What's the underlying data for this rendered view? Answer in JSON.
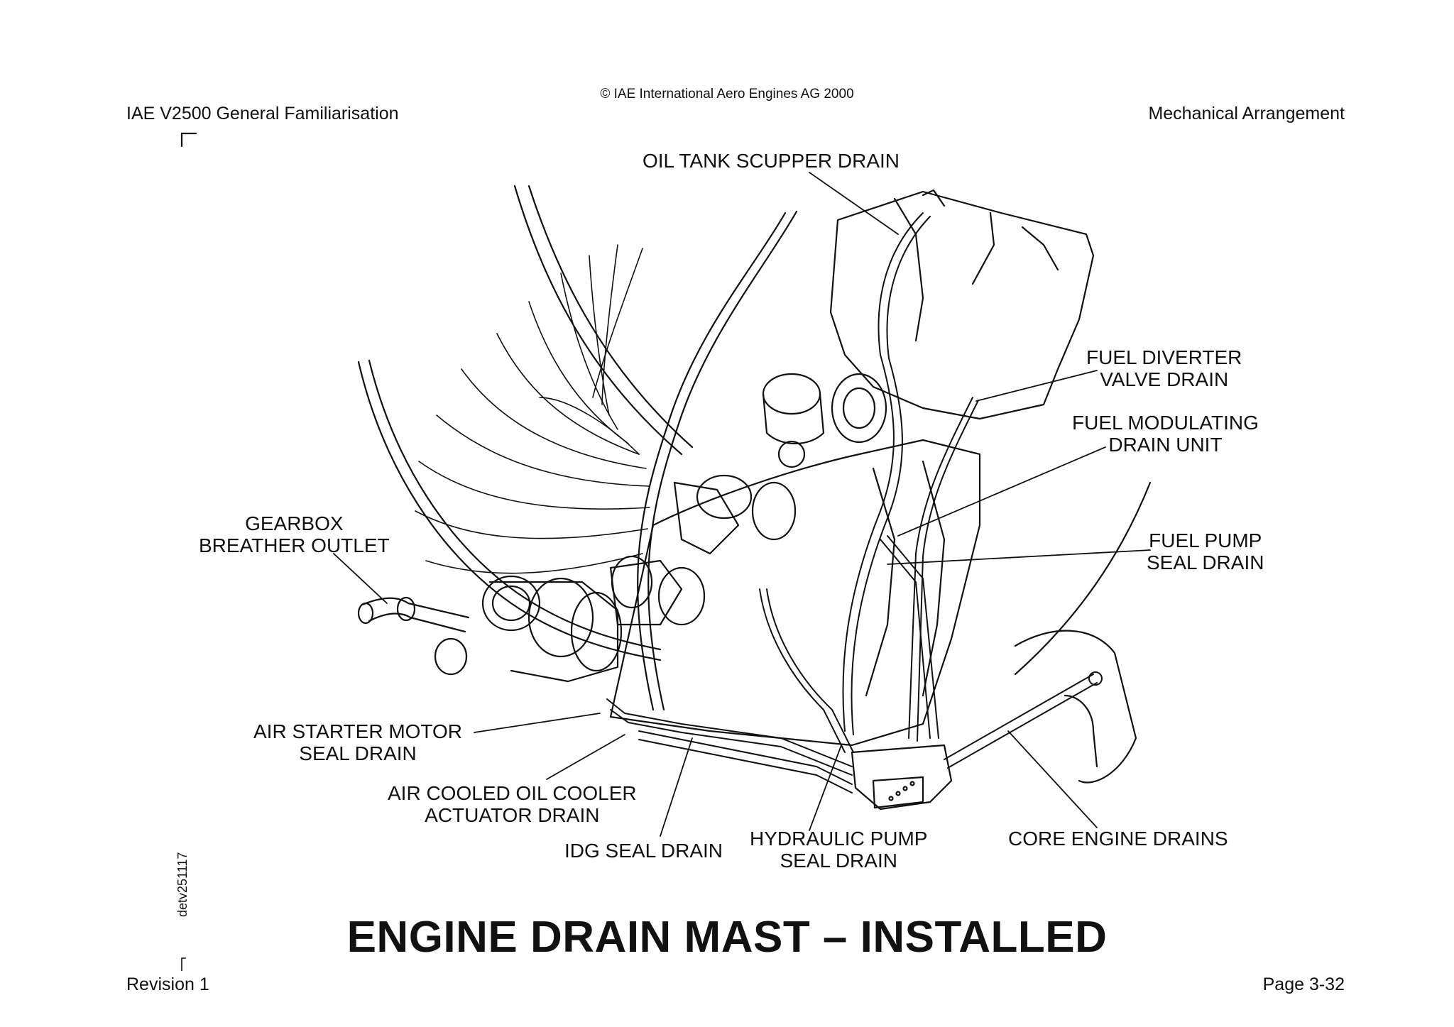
{
  "header": {
    "left": "IAE V2500 General Familiarisation",
    "right": "Mechanical Arrangement",
    "copyright": "© IAE International Aero Engines AG 2000"
  },
  "labels": {
    "oil_tank_scupper_drain": "OIL TANK SCUPPER DRAIN",
    "fuel_diverter_valve_drain": [
      "FUEL DIVERTER",
      "VALVE DRAIN"
    ],
    "fuel_modulating_drain_unit": [
      "FUEL MODULATING",
      "DRAIN UNIT"
    ],
    "gearbox_breather_outlet": [
      "GEARBOX",
      "BREATHER OUTLET"
    ],
    "fuel_pump_seal_drain": [
      "FUEL PUMP",
      "SEAL DRAIN"
    ],
    "air_starter_motor_seal_drain": [
      "AIR STARTER MOTOR",
      "SEAL DRAIN"
    ],
    "air_cooled_oil_cooler_actuator_drain": [
      "AIR COOLED OIL COOLER",
      "ACTUATOR DRAIN"
    ],
    "idg_seal_drain": "IDG SEAL DRAIN",
    "hydraulic_pump_seal_drain": [
      "HYDRAULIC PUMP",
      "SEAL DRAIN"
    ],
    "core_engine_drains": "CORE ENGINE DRAINS"
  },
  "title": "ENGINE DRAIN MAST – INSTALLED",
  "footer": {
    "revision": "Revision 1",
    "page": "Page 3-32",
    "doc_id": "detv251117"
  }
}
